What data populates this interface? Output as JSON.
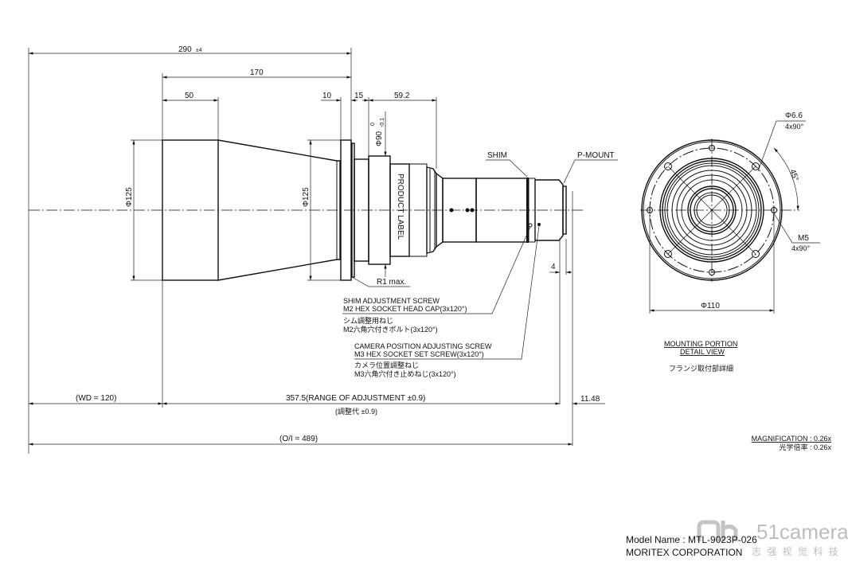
{
  "dimensions": {
    "overall_length": "290",
    "overall_tol": "±4",
    "body_length": "170",
    "front_length": "50",
    "flange_10": "10",
    "flange_15": "15",
    "rear_length": "59.2",
    "dia_90_label": "Φ90",
    "dia_90_tol_upper": "0",
    "dia_90_tol_lower": "-0.1",
    "dia_125_front": "Φ125",
    "dia_125_rear": "Φ125",
    "mount_gap": "4",
    "wd": "WD = 120",
    "adjust_range": "357.5(RANGE OF ADJUSTMENT ±0.9)",
    "adjust_range_jp": "(調整代 ±0.9)",
    "back_offset": "11.48",
    "oi": "O/I = 489"
  },
  "labels": {
    "shim": "SHIM",
    "p_mount": "P-MOUNT",
    "product_label": "PRODUCT LABEL",
    "r1": "R1 max.",
    "shim_screw_en_1": "SHIM ADJUSTMENT SCREW",
    "shim_screw_en_2": "M2 HEX SOCKET HEAD CAP(3x120°)",
    "shim_screw_jp_1": "シム調整用ねじ",
    "shim_screw_jp_2": "M2六角穴付きボルト(3x120°)",
    "cam_screw_en_1": "CAMERA POSITION ADJUSTING SCREW",
    "cam_screw_en_2": "M3 HEX SOCKET SET SCREW(3x120°)",
    "cam_screw_jp_1": "カメラ位置調整ねじ",
    "cam_screw_jp_2": "M3六角穴付き止めねじ(3x120°)"
  },
  "detail_view": {
    "hole_dia": "Φ6.6",
    "hole_count": "4x90°",
    "angle": "45°",
    "thread": "M5",
    "thread_count": "4x90°",
    "pcd": "Φ110",
    "title_1": "MOUNTING PORTION",
    "title_2": "DETAIL VIEW",
    "title_jp": "フランジ取付部詳細"
  },
  "magnification": {
    "en": "MAGNIFICATION : 0.26x",
    "jp": "光学倍率 : 0.26x"
  },
  "title_block": {
    "model": "Model Name : MTL-9023P-026",
    "company": "MORITEX CORPORATION"
  },
  "watermark": {
    "brand": "51camera",
    "cn": "志 强 视 觉 科 技"
  }
}
